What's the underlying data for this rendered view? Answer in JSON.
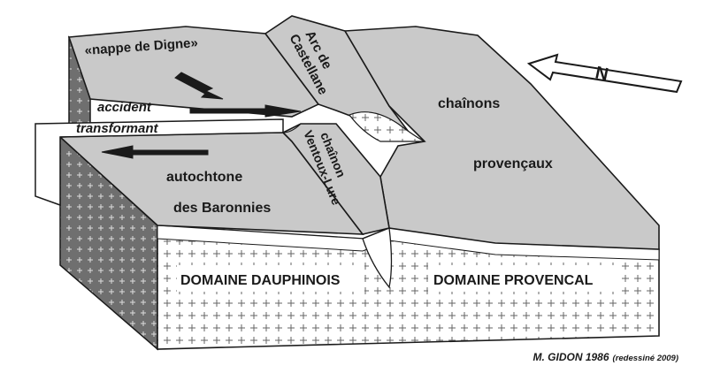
{
  "labels": {
    "nappe": "«nappe de Digne»",
    "accident": "accident",
    "transformant": "transformant",
    "arc_line1": "Arc de",
    "arc_line2": "Castellane",
    "chainons": "chaînons",
    "provencaux": "provençaux",
    "chainon": "chaînon",
    "ventoux": "Ventoux-Lure",
    "autochtone": "autochtone",
    "baronnies": "des Baronnies",
    "domaine_dauphinois": "DOMAINE DAUPHINOIS",
    "domaine_provencal": "DOMAINE PROVENCAL",
    "north": "N"
  },
  "credit": {
    "main": "M. GIDON 1986",
    "sub": "(redessiné 2009)"
  },
  "colors": {
    "surface": "#c9c9c9",
    "front_face": "#ffffff",
    "side_face": "#7f7f7f",
    "outline": "#1a1a1a"
  },
  "icons": {
    "north_arrow": "north-arrow-icon",
    "motion_arrows": "arrow-icon"
  }
}
